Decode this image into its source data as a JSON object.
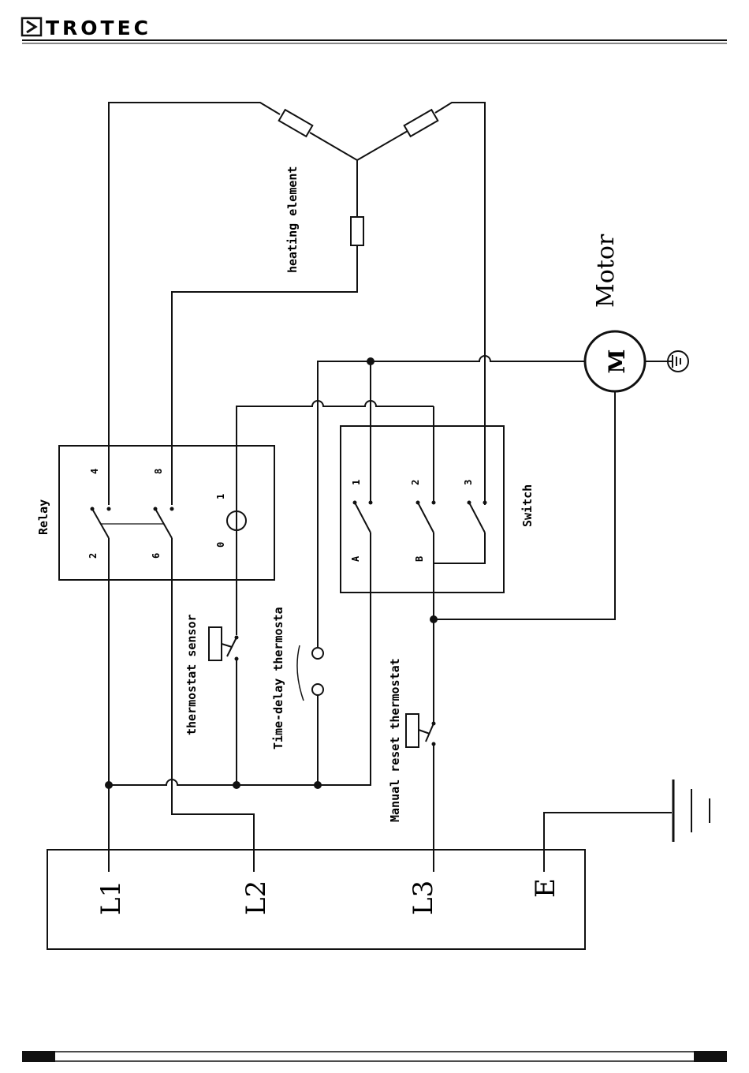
{
  "header": {
    "brand": "TROTEC"
  },
  "diagram": {
    "heating_element": "heating element",
    "motor_title": "Motor",
    "motor_symbol": "M",
    "relay": {
      "title": "Relay",
      "terminals": [
        "2",
        "4",
        "6",
        "8",
        "0",
        "1"
      ]
    },
    "switch": {
      "title": "Switch",
      "terminals": [
        "1",
        "2",
        "3",
        "A",
        "B"
      ]
    },
    "thermostat_sensor": "thermostat sensor",
    "time_delay": "Time-delay thermosta",
    "manual_reset": "Manual reset thermostat",
    "supply_terminals": [
      "L1",
      "L2",
      "L3",
      "E"
    ]
  }
}
